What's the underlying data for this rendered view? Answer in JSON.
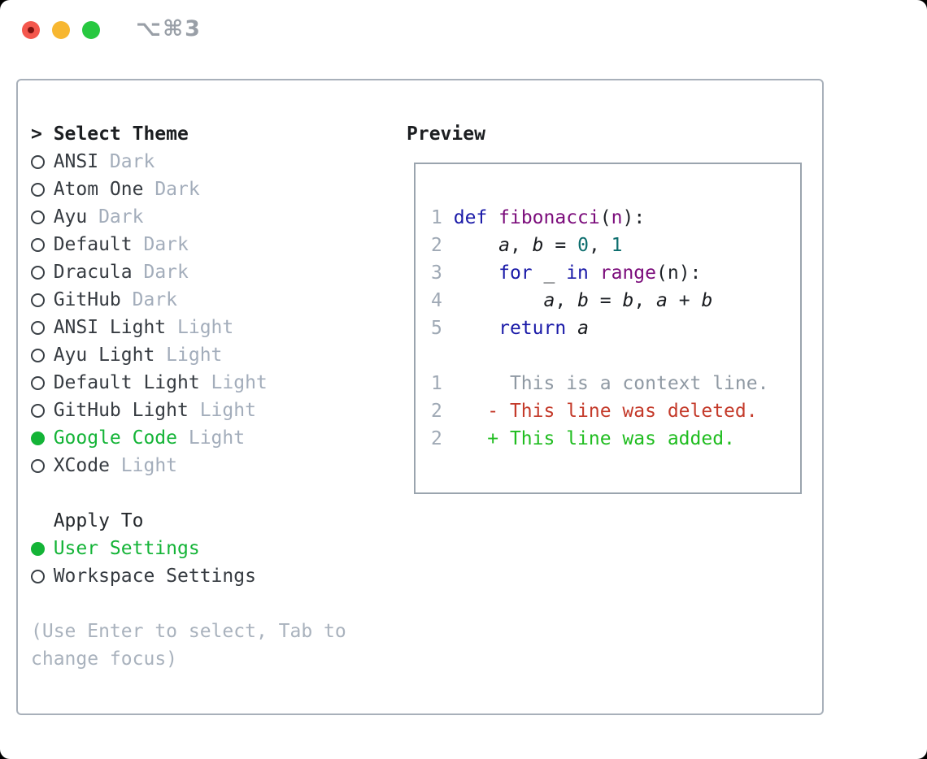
{
  "window": {
    "title_shortcut": "⌥⌘3",
    "traffic_lights": [
      "close",
      "minimize",
      "zoom"
    ]
  },
  "theme_selector": {
    "header": {
      "prefix": ">",
      "label": "Select Theme"
    },
    "themes": [
      {
        "name": "ANSI",
        "variant": "Dark",
        "selected": false
      },
      {
        "name": "Atom One",
        "variant": "Dark",
        "selected": false
      },
      {
        "name": "Ayu",
        "variant": "Dark",
        "selected": false
      },
      {
        "name": "Default",
        "variant": "Dark",
        "selected": false
      },
      {
        "name": "Dracula",
        "variant": "Dark",
        "selected": false
      },
      {
        "name": "GitHub",
        "variant": "Dark",
        "selected": false
      },
      {
        "name": "ANSI Light",
        "variant": "Light",
        "selected": false
      },
      {
        "name": "Ayu Light",
        "variant": "Light",
        "selected": false
      },
      {
        "name": "Default Light",
        "variant": "Light",
        "selected": false
      },
      {
        "name": "GitHub Light",
        "variant": "Light",
        "selected": false
      },
      {
        "name": "Google Code",
        "variant": "Light",
        "selected": true
      },
      {
        "name": "XCode",
        "variant": "Light",
        "selected": false
      }
    ],
    "apply_to": {
      "label": "Apply To",
      "options": [
        {
          "name": "User Settings",
          "selected": true
        },
        {
          "name": "Workspace Settings",
          "selected": false
        }
      ]
    },
    "hint_line1": "(Use Enter to select, Tab to",
    "hint_line2": "change focus)"
  },
  "preview": {
    "label": "Preview",
    "lines": [
      {
        "num": "1",
        "tokens": [
          {
            "t": "def",
            "c": "kwd"
          },
          {
            "t": " "
          },
          {
            "t": "fibonacci",
            "c": "fn"
          },
          {
            "t": "("
          },
          {
            "t": "n",
            "c": "fn"
          },
          {
            "t": "):"
          }
        ]
      },
      {
        "num": "2",
        "tokens": [
          {
            "t": "    "
          },
          {
            "t": "a",
            "c": "var"
          },
          {
            "t": ", "
          },
          {
            "t": "b",
            "c": "var"
          },
          {
            "t": " = "
          },
          {
            "t": "0",
            "c": "lit"
          },
          {
            "t": ", "
          },
          {
            "t": "1",
            "c": "lit"
          }
        ]
      },
      {
        "num": "3",
        "tokens": [
          {
            "t": "    "
          },
          {
            "t": "for",
            "c": "kwd"
          },
          {
            "t": " _ "
          },
          {
            "t": "in",
            "c": "kwd"
          },
          {
            "t": " "
          },
          {
            "t": "range",
            "c": "fn"
          },
          {
            "t": "(n):"
          }
        ]
      },
      {
        "num": "4",
        "tokens": [
          {
            "t": "        "
          },
          {
            "t": "a",
            "c": "var"
          },
          {
            "t": ", "
          },
          {
            "t": "b",
            "c": "var"
          },
          {
            "t": " = "
          },
          {
            "t": "b",
            "c": "var"
          },
          {
            "t": ", "
          },
          {
            "t": "a",
            "c": "var"
          },
          {
            "t": " + "
          },
          {
            "t": "b",
            "c": "var"
          }
        ]
      },
      {
        "num": "5",
        "tokens": [
          {
            "t": "    "
          },
          {
            "t": "return",
            "c": "kwd"
          },
          {
            "t": " "
          },
          {
            "t": "a",
            "c": "var"
          }
        ]
      },
      {
        "num": "",
        "tokens": []
      },
      {
        "num": "1",
        "tokens": [
          {
            "t": "     This is a context line.",
            "c": "ctx"
          }
        ]
      },
      {
        "num": "2",
        "tokens": [
          {
            "t": "   "
          },
          {
            "t": "- This line was deleted.",
            "c": "del"
          }
        ]
      },
      {
        "num": "2",
        "tokens": [
          {
            "t": "   "
          },
          {
            "t": "+ This line was added.",
            "c": "add"
          }
        ]
      }
    ]
  },
  "colors": {
    "selection_green": "#14b437",
    "diff_added_green": "#20bd20",
    "diff_removed_red": "#c43a2a",
    "code_keyword_blue": "#1a1aa8",
    "code_function_purple": "#7b0c7b",
    "code_literal_teal": "#0d6e6e",
    "muted_gray": "#a3adbb",
    "line_number_gray": "#9fa9b5",
    "context_gray": "#8f99a3",
    "traffic_red": "#f4574d",
    "traffic_yellow": "#f7b731",
    "traffic_green": "#27c840"
  }
}
